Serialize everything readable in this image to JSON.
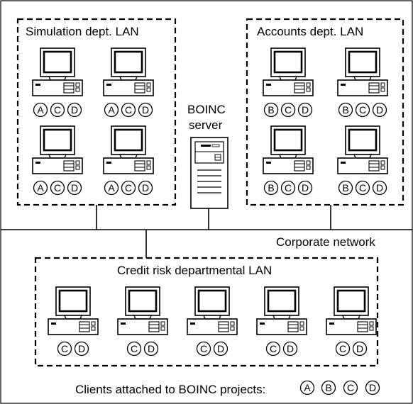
{
  "lans": {
    "simulation": {
      "title": "Simulation dept. LAN",
      "client_projects": [
        [
          "A",
          "C",
          "D"
        ],
        [
          "A",
          "C",
          "D"
        ],
        [
          "A",
          "C",
          "D"
        ],
        [
          "A",
          "C",
          "D"
        ]
      ]
    },
    "accounts": {
      "title": "Accounts dept. LAN",
      "client_projects": [
        [
          "B",
          "C",
          "D"
        ],
        [
          "B",
          "C",
          "D"
        ],
        [
          "B",
          "C",
          "D"
        ],
        [
          "B",
          "C",
          "D"
        ]
      ]
    },
    "credit_risk": {
      "title": "Credit risk departmental LAN",
      "client_projects": [
        [
          "C",
          "D"
        ],
        [
          "C",
          "D"
        ],
        [
          "C",
          "D"
        ],
        [
          "C",
          "D"
        ],
        [
          "C",
          "D"
        ]
      ]
    }
  },
  "server": {
    "line1": "BOINC",
    "line2": "server"
  },
  "network_label": "Corporate network",
  "legend": {
    "label": "Clients attached to BOINC projects:",
    "projects": [
      "A",
      "B",
      "C",
      "D"
    ]
  },
  "colors": {
    "stroke": "#000000",
    "background": "#ffffff",
    "monitor_screen": "#ffffff"
  }
}
